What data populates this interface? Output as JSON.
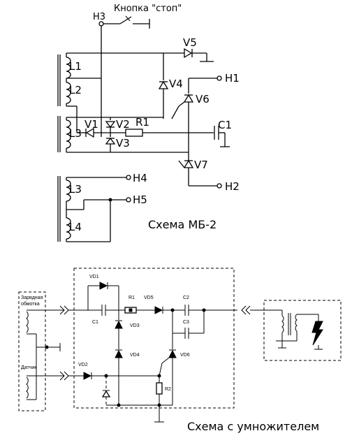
{
  "top": {
    "button_label": "Кнопка \"стоп\"",
    "labels": {
      "H3": "H3",
      "V5": "V5",
      "H1": "H1",
      "V4": "V4",
      "V6": "V6",
      "L1": "L1",
      "L2": "L2",
      "L3": "L3",
      "V1": "V1",
      "V2": "V2",
      "R1": "R1",
      "C1": "C1",
      "V3": "V3",
      "V7": "V7",
      "H2": "H2",
      "H4": "H4",
      "L3b": "L3",
      "H5": "H5",
      "L4": "L4"
    },
    "caption": "Схема МБ-2"
  },
  "bottom": {
    "left_box": {
      "winding_label": "Зарядная\nобмотка",
      "sensor_label": "Датчик"
    },
    "labels": {
      "VD1": "VD1",
      "R1": "R1",
      "VD5": "VD5",
      "C2": "C2",
      "C1": "C1",
      "VD3": "VD3",
      "C3": "C3",
      "VD4": "VD4",
      "VD6": "VD6",
      "VD2": "VD2",
      "R2": "R2"
    },
    "caption": "Схема с умножителем"
  }
}
